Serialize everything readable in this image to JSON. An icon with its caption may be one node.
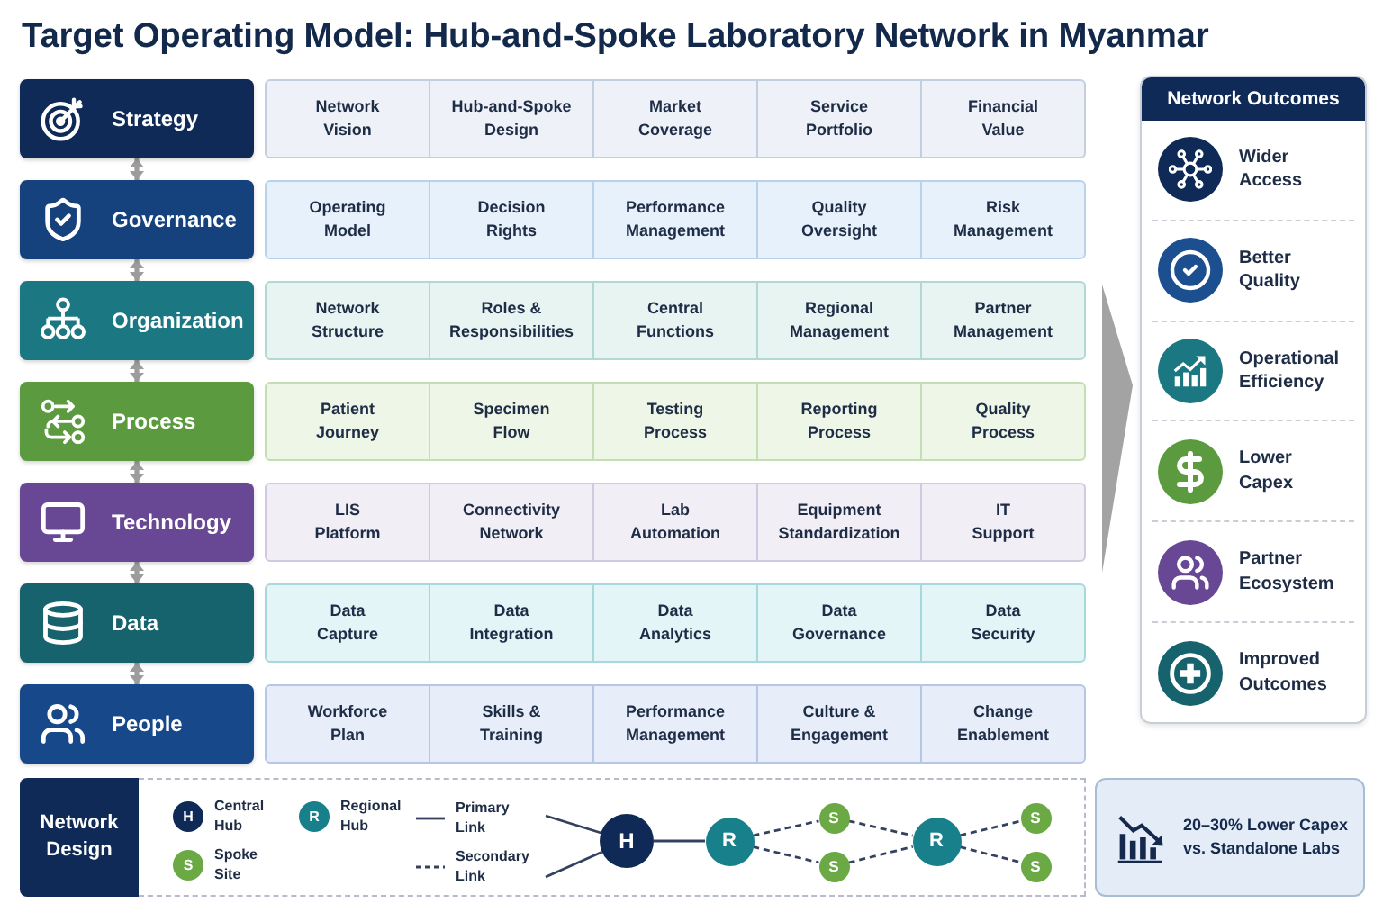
{
  "diagram": {
    "title": "Target Operating Model: Hub-and-Spoke Laboratory Network in Myanmar",
    "nodes": [
      {
        "text": [
          "Strategy"
        ]
      },
      {
        "text": [
          "Network Vision"
        ]
      },
      {
        "text": [
          "Hub-and-Spoke Design"
        ]
      },
      {
        "text": [
          "Market Coverage"
        ]
      },
      {
        "text": [
          "Service Portfolio"
        ]
      },
      {
        "text": [
          "Financial Value"
        ]
      },
      {
        "text": [
          "Governance"
        ]
      },
      {
        "text": [
          "Operating Model"
        ]
      },
      {
        "text": [
          "Decision Rights"
        ]
      },
      {
        "text": [
          "Performance Management"
        ]
      },
      {
        "text": [
          "Quality Oversight"
        ]
      },
      {
        "text": [
          "Risk Management"
        ]
      },
      {
        "text": [
          "Organization"
        ]
      },
      {
        "text": [
          "Network Structure"
        ]
      },
      {
        "text": [
          "Roles & Responsibilities"
        ]
      },
      {
        "text": [
          "Central Functions"
        ]
      },
      {
        "text": [
          "Regional Management"
        ]
      },
      {
        "text": [
          "Partner Management"
        ]
      },
      {
        "text": [
          "Process"
        ]
      },
      {
        "text": [
          "Patient Journey"
        ]
      },
      {
        "text": [
          "Specimen Flow"
        ]
      },
      {
        "text": [
          "Testing Process"
        ]
      },
      {
        "text": [
          "Reporting Process"
        ]
      },
      {
        "text": [
          "Quality Process"
        ]
      },
      {
        "text": [
          "Technology"
        ]
      },
      {
        "text": [
          "LIS Platform"
        ]
      },
      {
        "text": [
          "Connectivity Network"
        ]
      },
      {
        "text": [
          "Lab Automation"
        ]
      },
      {
        "text": [
          "Equipment Standardization"
        ]
      },
      {
        "text": [
          "IT Support"
        ]
      },
      {
        "text": [
          "Data"
        ]
      },
      {
        "text": [
          "Data Capture"
        ]
      },
      {
        "text": [
          "Data Integration"
        ]
      },
      {
        "text": [
          "Data Analytics"
        ]
      },
      {
        "text": [
          "Data Governance"
        ]
      },
      {
        "text": [
          "Data Security"
        ]
      },
      {
        "text": [
          "People"
        ]
      },
      {
        "text": [
          "Workforce Plan"
        ]
      },
      {
        "text": [
          "Skills & Training"
        ]
      },
      {
        "text": [
          "Performance Management"
        ]
      },
      {
        "text": [
          "Culture & Engagement"
        ]
      },
      {
        "text": [
          "Change Enablement"
        ]
      },
      {
        "text": [
          "Network Outcomes"
        ]
      },
      {
        "text": [
          "Wider Access"
        ],
        "in": 42
      },
      {
        "text": [
          "Better Quality"
        ],
        "in": 42
      },
      {
        "text": [
          "Operational Efficiency"
        ],
        "in": 42
      },
      {
        "text": [
          "Lower Capex"
        ],
        "in": 42
      },
      {
        "text": [
          "Partner Ecosystem"
        ],
        "in": 42
      },
      {
        "text": [
          "Improved Outcomes"
        ],
        "in": 42
      },
      {
        "text": [
          "Network Design"
        ]
      },
      {
        "text": [
          "H"
        ]
      },
      {
        "text": [
          "R"
        ]
      },
      {
        "text": [
          "S"
        ]
      },
      {
        "text": [
          "S"
        ]
      },
      {
        "text": [
          "R"
        ]
      },
      {
        "text": [
          "S"
        ]
      },
      {
        "text": [
          "S"
        ]
      },
      {
        "text": [
          "20–30% Lower Capex vs. Standalone Labs"
        ]
      }
    ],
    "edges": [
      {
        "from": 0,
        "to": 6,
        "arrow": "both",
        "color": "#9c9c9c"
      },
      {
        "from": 6,
        "to": 12,
        "arrow": "both",
        "color": "#9c9c9c"
      },
      {
        "from": 12,
        "to": 18,
        "arrow": "both",
        "color": "#9c9c9c"
      },
      {
        "from": 18,
        "to": 24,
        "arrow": "both",
        "color": "#9c9c9c"
      },
      {
        "from": 24,
        "to": 30,
        "arrow": "both",
        "color": "#9c9c9c"
      },
      {
        "from": 30,
        "to": 36,
        "arrow": "both",
        "color": "#9c9c9c"
      },
      {
        "from": null,
        "to": 50,
        "arrow": "none"
      },
      {
        "from": null,
        "to": 50,
        "arrow": "none"
      },
      {
        "from": 50,
        "to": 51,
        "arrow": "none"
      },
      {
        "from": 51,
        "to": 52,
        "arrow": "none",
        "style": "dashed"
      },
      {
        "from": 51,
        "to": 53,
        "arrow": "none",
        "style": "dashed"
      },
      {
        "from": 52,
        "to": 54,
        "arrow": "none",
        "style": "dashed"
      },
      {
        "from": 53,
        "to": 54,
        "arrow": "none",
        "style": "dashed"
      },
      {
        "from": 54,
        "to": 55,
        "arrow": "none",
        "style": "dashed"
      },
      {
        "from": 54,
        "to": 56,
        "arrow": "none",
        "style": "dashed"
      }
    ],
    "labels": [
      "H",
      "R",
      "S"
    ],
    "legend": [
      {
        "text": "Central Hub",
        "color": "#0f2a56"
      },
      {
        "text": "Regional Hub",
        "color": "#17808a"
      },
      {
        "text": "Spoke Site",
        "color": "#6aa944"
      },
      {
        "text": "Primary Link"
      },
      {
        "text": "Secondary Link"
      }
    ]
  }
}
